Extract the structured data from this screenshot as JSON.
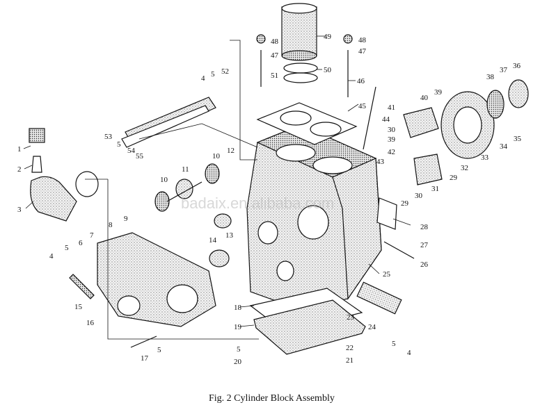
{
  "caption": "Fig. 2 Cylinder Block Assembly",
  "watermark": "badaix.en.alibaba.com",
  "callouts": [
    {
      "id": "1",
      "label": "1"
    },
    {
      "id": "2",
      "label": "2"
    },
    {
      "id": "3",
      "label": "3"
    },
    {
      "id": "4a",
      "label": "4"
    },
    {
      "id": "5a",
      "label": "5"
    },
    {
      "id": "6",
      "label": "6"
    },
    {
      "id": "7",
      "label": "7"
    },
    {
      "id": "8",
      "label": "8"
    },
    {
      "id": "9",
      "label": "9"
    },
    {
      "id": "10a",
      "label": "10"
    },
    {
      "id": "11",
      "label": "11"
    },
    {
      "id": "10b",
      "label": "10"
    },
    {
      "id": "12",
      "label": "12"
    },
    {
      "id": "13",
      "label": "13"
    },
    {
      "id": "14",
      "label": "14"
    },
    {
      "id": "15",
      "label": "15"
    },
    {
      "id": "16",
      "label": "16"
    },
    {
      "id": "17",
      "label": "17"
    },
    {
      "id": "5b",
      "label": "5"
    },
    {
      "id": "18",
      "label": "18"
    },
    {
      "id": "19",
      "label": "19"
    },
    {
      "id": "5c",
      "label": "5"
    },
    {
      "id": "20",
      "label": "20"
    },
    {
      "id": "21",
      "label": "21"
    },
    {
      "id": "22",
      "label": "22"
    },
    {
      "id": "23",
      "label": "23"
    },
    {
      "id": "24",
      "label": "24"
    },
    {
      "id": "5d",
      "label": "5"
    },
    {
      "id": "4b",
      "label": "4"
    },
    {
      "id": "25",
      "label": "25"
    },
    {
      "id": "26",
      "label": "26"
    },
    {
      "id": "27",
      "label": "27"
    },
    {
      "id": "28",
      "label": "28"
    },
    {
      "id": "29a",
      "label": "29"
    },
    {
      "id": "30a",
      "label": "30"
    },
    {
      "id": "31",
      "label": "31"
    },
    {
      "id": "29b",
      "label": "29"
    },
    {
      "id": "32",
      "label": "32"
    },
    {
      "id": "33",
      "label": "33"
    },
    {
      "id": "34",
      "label": "34"
    },
    {
      "id": "35",
      "label": "35"
    },
    {
      "id": "36",
      "label": "36"
    },
    {
      "id": "37",
      "label": "37"
    },
    {
      "id": "38",
      "label": "38"
    },
    {
      "id": "39a",
      "label": "39"
    },
    {
      "id": "40",
      "label": "40"
    },
    {
      "id": "41",
      "label": "41"
    },
    {
      "id": "30b",
      "label": "30"
    },
    {
      "id": "39b",
      "label": "39"
    },
    {
      "id": "42",
      "label": "42"
    },
    {
      "id": "43",
      "label": "43"
    },
    {
      "id": "44",
      "label": "44"
    },
    {
      "id": "45",
      "label": "45"
    },
    {
      "id": "46",
      "label": "46"
    },
    {
      "id": "47a",
      "label": "47"
    },
    {
      "id": "48a",
      "label": "48"
    },
    {
      "id": "49",
      "label": "49"
    },
    {
      "id": "50",
      "label": "50"
    },
    {
      "id": "51",
      "label": "51"
    },
    {
      "id": "47b",
      "label": "47"
    },
    {
      "id": "48b",
      "label": "48"
    },
    {
      "id": "52",
      "label": "52"
    },
    {
      "id": "5e",
      "label": "5"
    },
    {
      "id": "4c",
      "label": "4"
    },
    {
      "id": "53",
      "label": "53"
    },
    {
      "id": "5f",
      "label": "5"
    },
    {
      "id": "54",
      "label": "54"
    },
    {
      "id": "55",
      "label": "55"
    }
  ]
}
